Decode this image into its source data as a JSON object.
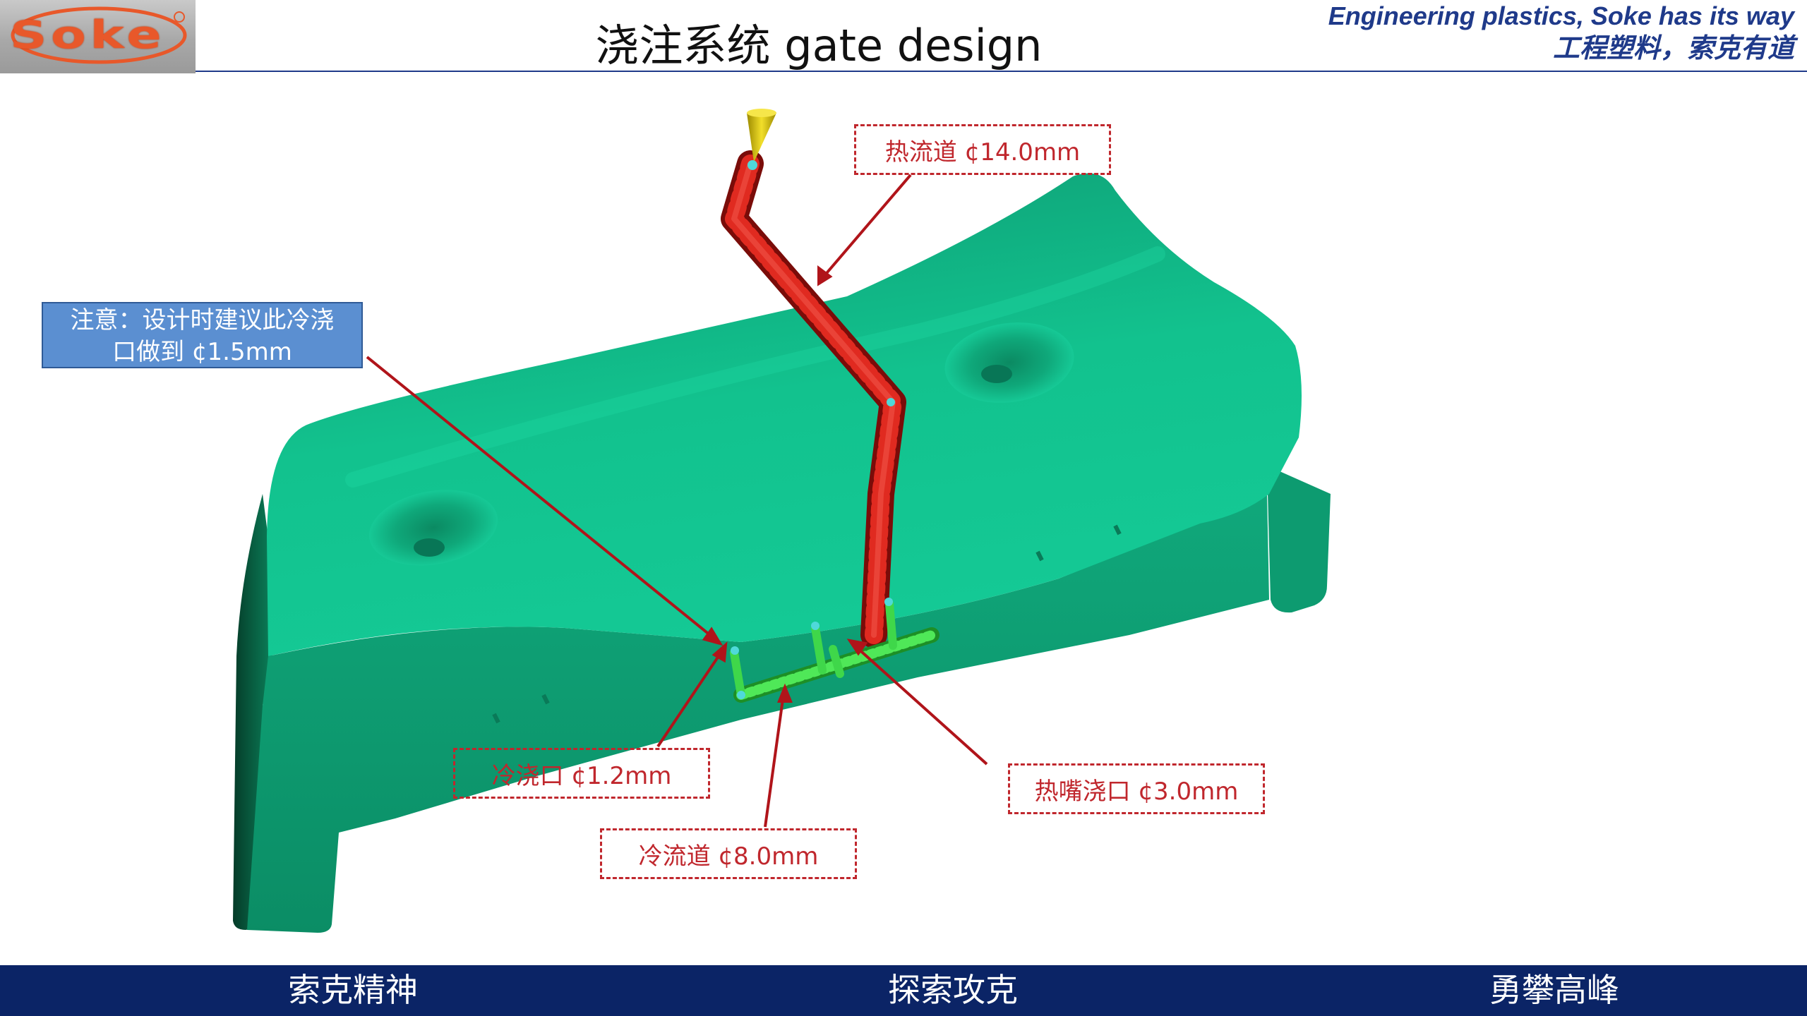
{
  "header": {
    "logo_text": "Soke",
    "title": "浇注系统 gate design",
    "slogan_en": "Engineering plastics, Soke has its way",
    "slogan_cn": "工程塑料，索克有道"
  },
  "colors": {
    "part_green": "#12b083",
    "hot_runner_red": "#d9241c",
    "cold_runner_green": "#3fe04a",
    "callout_red": "#c0272d",
    "note_blue": "#5b8fd1",
    "footer_navy": "#0b2466",
    "slogan_blue": "#1f3a8a"
  },
  "callouts": {
    "hot_runner": "热流道 ¢14.0mm",
    "cold_gate": "冷浇口 ¢1.2mm",
    "cold_runner": "冷流道 ¢8.0mm",
    "hot_nozzle_gate": "热嘴浇口 ¢3.0mm"
  },
  "note": {
    "line1": "注意：设计时建议此冷浇",
    "line2": "口做到 ¢1.5mm"
  },
  "footer": {
    "left": "索克精神",
    "center": "探索攻克",
    "right": "勇攀高峰"
  }
}
